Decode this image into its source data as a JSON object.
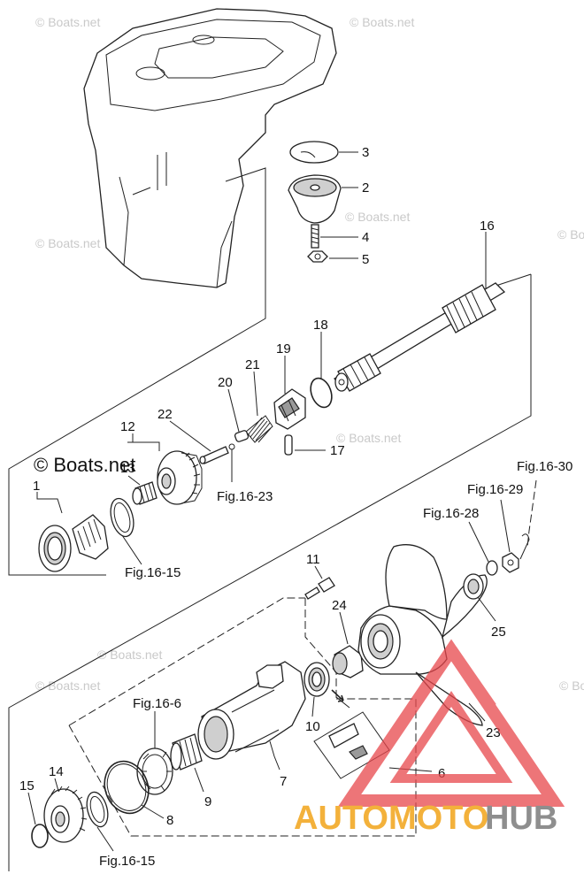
{
  "watermarks": {
    "small": "© Boats.net",
    "main": "© Boats.net"
  },
  "logo": {
    "auto": "AUTOMOTO",
    "hub": "HUB"
  },
  "labels": {
    "p1": "1",
    "p2": "2",
    "p3": "3",
    "p4": "4",
    "p5": "5",
    "p6": "6",
    "p7": "7",
    "p8": "8",
    "p9": "9",
    "p10": "10",
    "p11": "11",
    "p12": "12",
    "p13": "13",
    "p14": "14",
    "p15": "15",
    "p16": "16",
    "p17": "17",
    "p18": "18",
    "p19": "19",
    "p20": "20",
    "p21": "21",
    "p22": "22",
    "p23": "23",
    "p24": "24",
    "p25": "25",
    "fig_16_23": "Fig.16-23",
    "fig_16_15_a": "Fig.16-15",
    "fig_16_15_b": "Fig.16-15",
    "fig_16_6": "Fig.16-6",
    "fig_16_28": "Fig.16-28",
    "fig_16_29": "Fig.16-29",
    "fig_16_30": "Fig.16-30"
  },
  "colors": {
    "line": "#222222",
    "watermark_triangle": "#e8474c",
    "logo_auto": "#f3b13b",
    "logo_hub": "#8e8e8e"
  }
}
